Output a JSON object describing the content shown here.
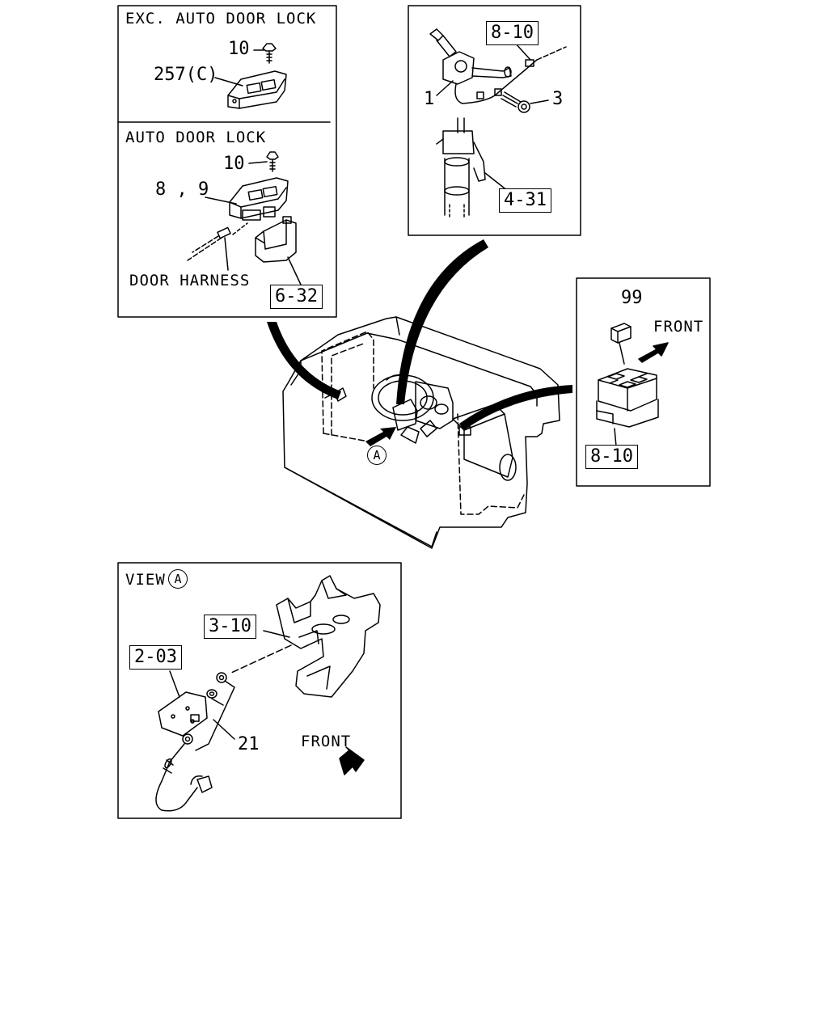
{
  "box_top_left": {
    "section_exc_title": "EXC. AUTO DOOR LOCK",
    "section_auto_title": "AUTO DOOR LOCK",
    "part_10_exc": "10",
    "part_257c": "257(C)",
    "part_10_auto": "10",
    "part_8_9": "8 , 9",
    "door_harness": "DOOR HARNESS",
    "ref_6_32": "6-32"
  },
  "box_top_center": {
    "ref_8_10": "8-10",
    "part_1": "1",
    "part_3": "3",
    "ref_4_31": "4-31"
  },
  "box_right": {
    "part_99": "99",
    "front": "FRONT",
    "ref_8_10": "8-10"
  },
  "main": {
    "view_marker": "A"
  },
  "box_view_a": {
    "view_label": "VIEW",
    "view_marker": "A",
    "ref_3_10": "3-10",
    "ref_2_03": "2-03",
    "part_21": "21",
    "front": "FRONT"
  }
}
